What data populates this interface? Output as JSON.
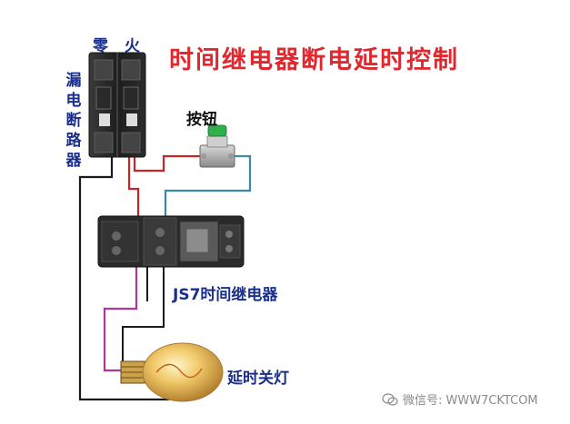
{
  "title": "时间继电器断电延时控制",
  "breaker": {
    "neutral_label": "零",
    "live_label": "火",
    "name_label": "漏电断路器"
  },
  "button_label": "按钮",
  "relay_label": "JS7时间继电器",
  "lamp_label": "延时关灯",
  "watermark": "微信号: WWW7CKTCOM",
  "colors": {
    "title": "#e0282e",
    "labels": "#1a2f8a",
    "wire_red": "#c8252b",
    "wire_black": "#1a1a1a",
    "wire_blue": "#3a8aa0",
    "wire_magenta": "#b0379a"
  }
}
